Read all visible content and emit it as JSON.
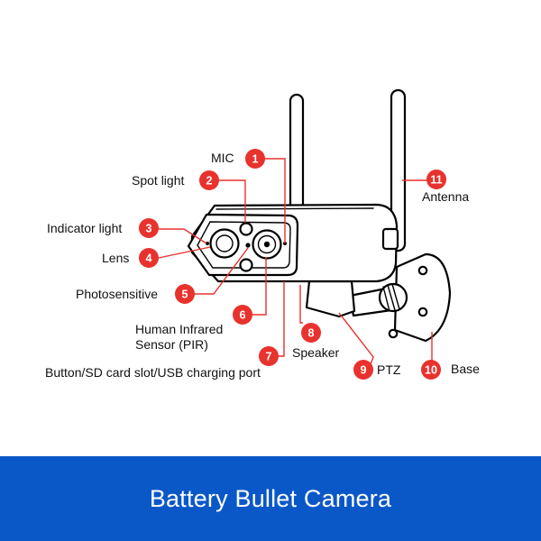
{
  "accent_color": "#e8322d",
  "footer_color": "#0a57c8",
  "footer": {
    "title": "Battery Bullet Camera"
  },
  "callouts": [
    {
      "number": "1",
      "label": "MIC"
    },
    {
      "number": "2",
      "label": "Spot light"
    },
    {
      "number": "3",
      "label": "Indicator light"
    },
    {
      "number": "4",
      "label": "Lens"
    },
    {
      "number": "5",
      "label": "Photosensitive"
    },
    {
      "number": "6",
      "label": "Human Infrared",
      "label2": "Sensor (PIR)"
    },
    {
      "number": "7",
      "label": "Button/SD card slot/USB charging port"
    },
    {
      "number": "8",
      "label": "Speaker"
    },
    {
      "number": "9",
      "label": "PTZ"
    },
    {
      "number": "10",
      "label": "Base"
    },
    {
      "number": "11",
      "label": "Antenna"
    }
  ]
}
